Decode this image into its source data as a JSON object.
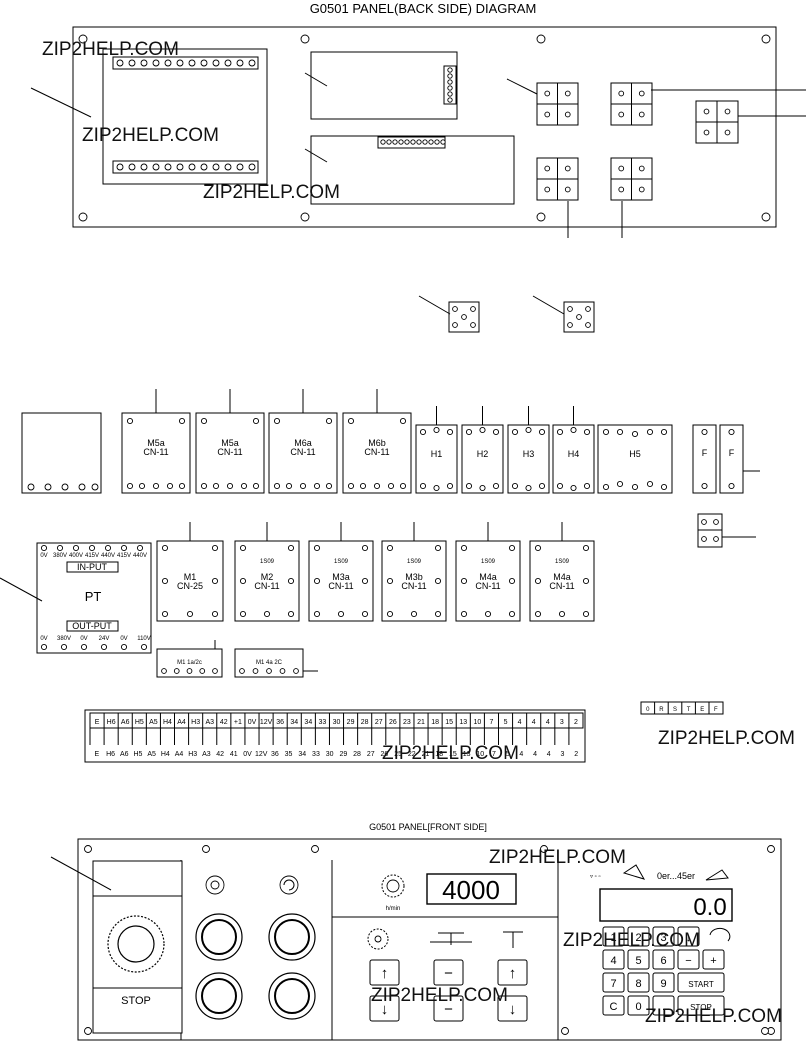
{
  "titles": {
    "back": "G0501 PANEL(BACK SIDE) DIAGRAM",
    "front": "G0501 PANEL[FRONT SIDE]"
  },
  "watermark": "ZIP2HELP.COM",
  "relays": [
    {
      "name": "M5a",
      "cn": "CN-11"
    },
    {
      "name": "M5a",
      "cn": "CN-11"
    },
    {
      "name": "M6a",
      "cn": "CN-11"
    },
    {
      "name": "M6b",
      "cn": "CN-11"
    }
  ],
  "heaters": [
    "H1",
    "H2",
    "H3",
    "H4",
    "H5"
  ],
  "small_relays": [
    "F",
    "F"
  ],
  "pt": {
    "label": "PT",
    "input": "IN-PUT",
    "output": "OUT-PUT",
    "top_terms": [
      "0V",
      "380V",
      "400V",
      "415V",
      "440V",
      "415V",
      "440V"
    ],
    "bottom_terms": [
      "0V",
      "380V",
      "0V",
      "24V",
      "0V",
      "110V"
    ]
  },
  "contactors": [
    {
      "name": "M1",
      "cn": "CN-25",
      "code": ""
    },
    {
      "name": "M2",
      "cn": "CN-11",
      "code": "1S09"
    },
    {
      "name": "M3a",
      "cn": "CN-11",
      "code": "1S09"
    },
    {
      "name": "M3b",
      "cn": "CN-11",
      "code": "1S09"
    },
    {
      "name": "M4a",
      "cn": "CN-11",
      "code": "1S09"
    },
    {
      "name": "M4a",
      "cn": "CN-11",
      "code": "1S09"
    }
  ],
  "aux": [
    "M1 1a/2c",
    "M1 4a 2C"
  ],
  "ground_block": [
    "0",
    "R",
    "S",
    "T",
    "E",
    "F"
  ],
  "terminals": {
    "top": [
      "E",
      "H6",
      "A6",
      "H5",
      "A5",
      "H4",
      "A4",
      "H3",
      "A3",
      "42",
      "+1",
      "0V",
      "12V",
      "36",
      "34",
      "34",
      "33",
      "30",
      "29",
      "28",
      "27",
      "26",
      "23",
      "21",
      "18",
      "15",
      "13",
      "10",
      "7",
      "5",
      "4",
      "4",
      "4",
      "3",
      "2"
    ],
    "bottom": [
      "E",
      "H6",
      "A6",
      "H5",
      "A5",
      "H4",
      "A4",
      "H3",
      "A3",
      "42",
      "41",
      "0V",
      "12V",
      "36",
      "35",
      "34",
      "33",
      "30",
      "29",
      "28",
      "27",
      "26",
      "25",
      "22",
      "21",
      "18",
      "15",
      "13",
      "10",
      "7",
      "5",
      "4",
      "4",
      "4",
      "3",
      "2"
    ]
  },
  "front": {
    "stop_label": "STOP",
    "rpm_label": "h/min",
    "rpm_display": "4000",
    "angle_label": "0er...45er",
    "angle_display": "0.0",
    "keypad": [
      "1",
      "2",
      "3",
      "↓",
      "4",
      "5",
      "6",
      "−",
      "+",
      "7",
      "8",
      "9",
      "START",
      "C",
      "0",
      ".",
      "STOP"
    ]
  }
}
